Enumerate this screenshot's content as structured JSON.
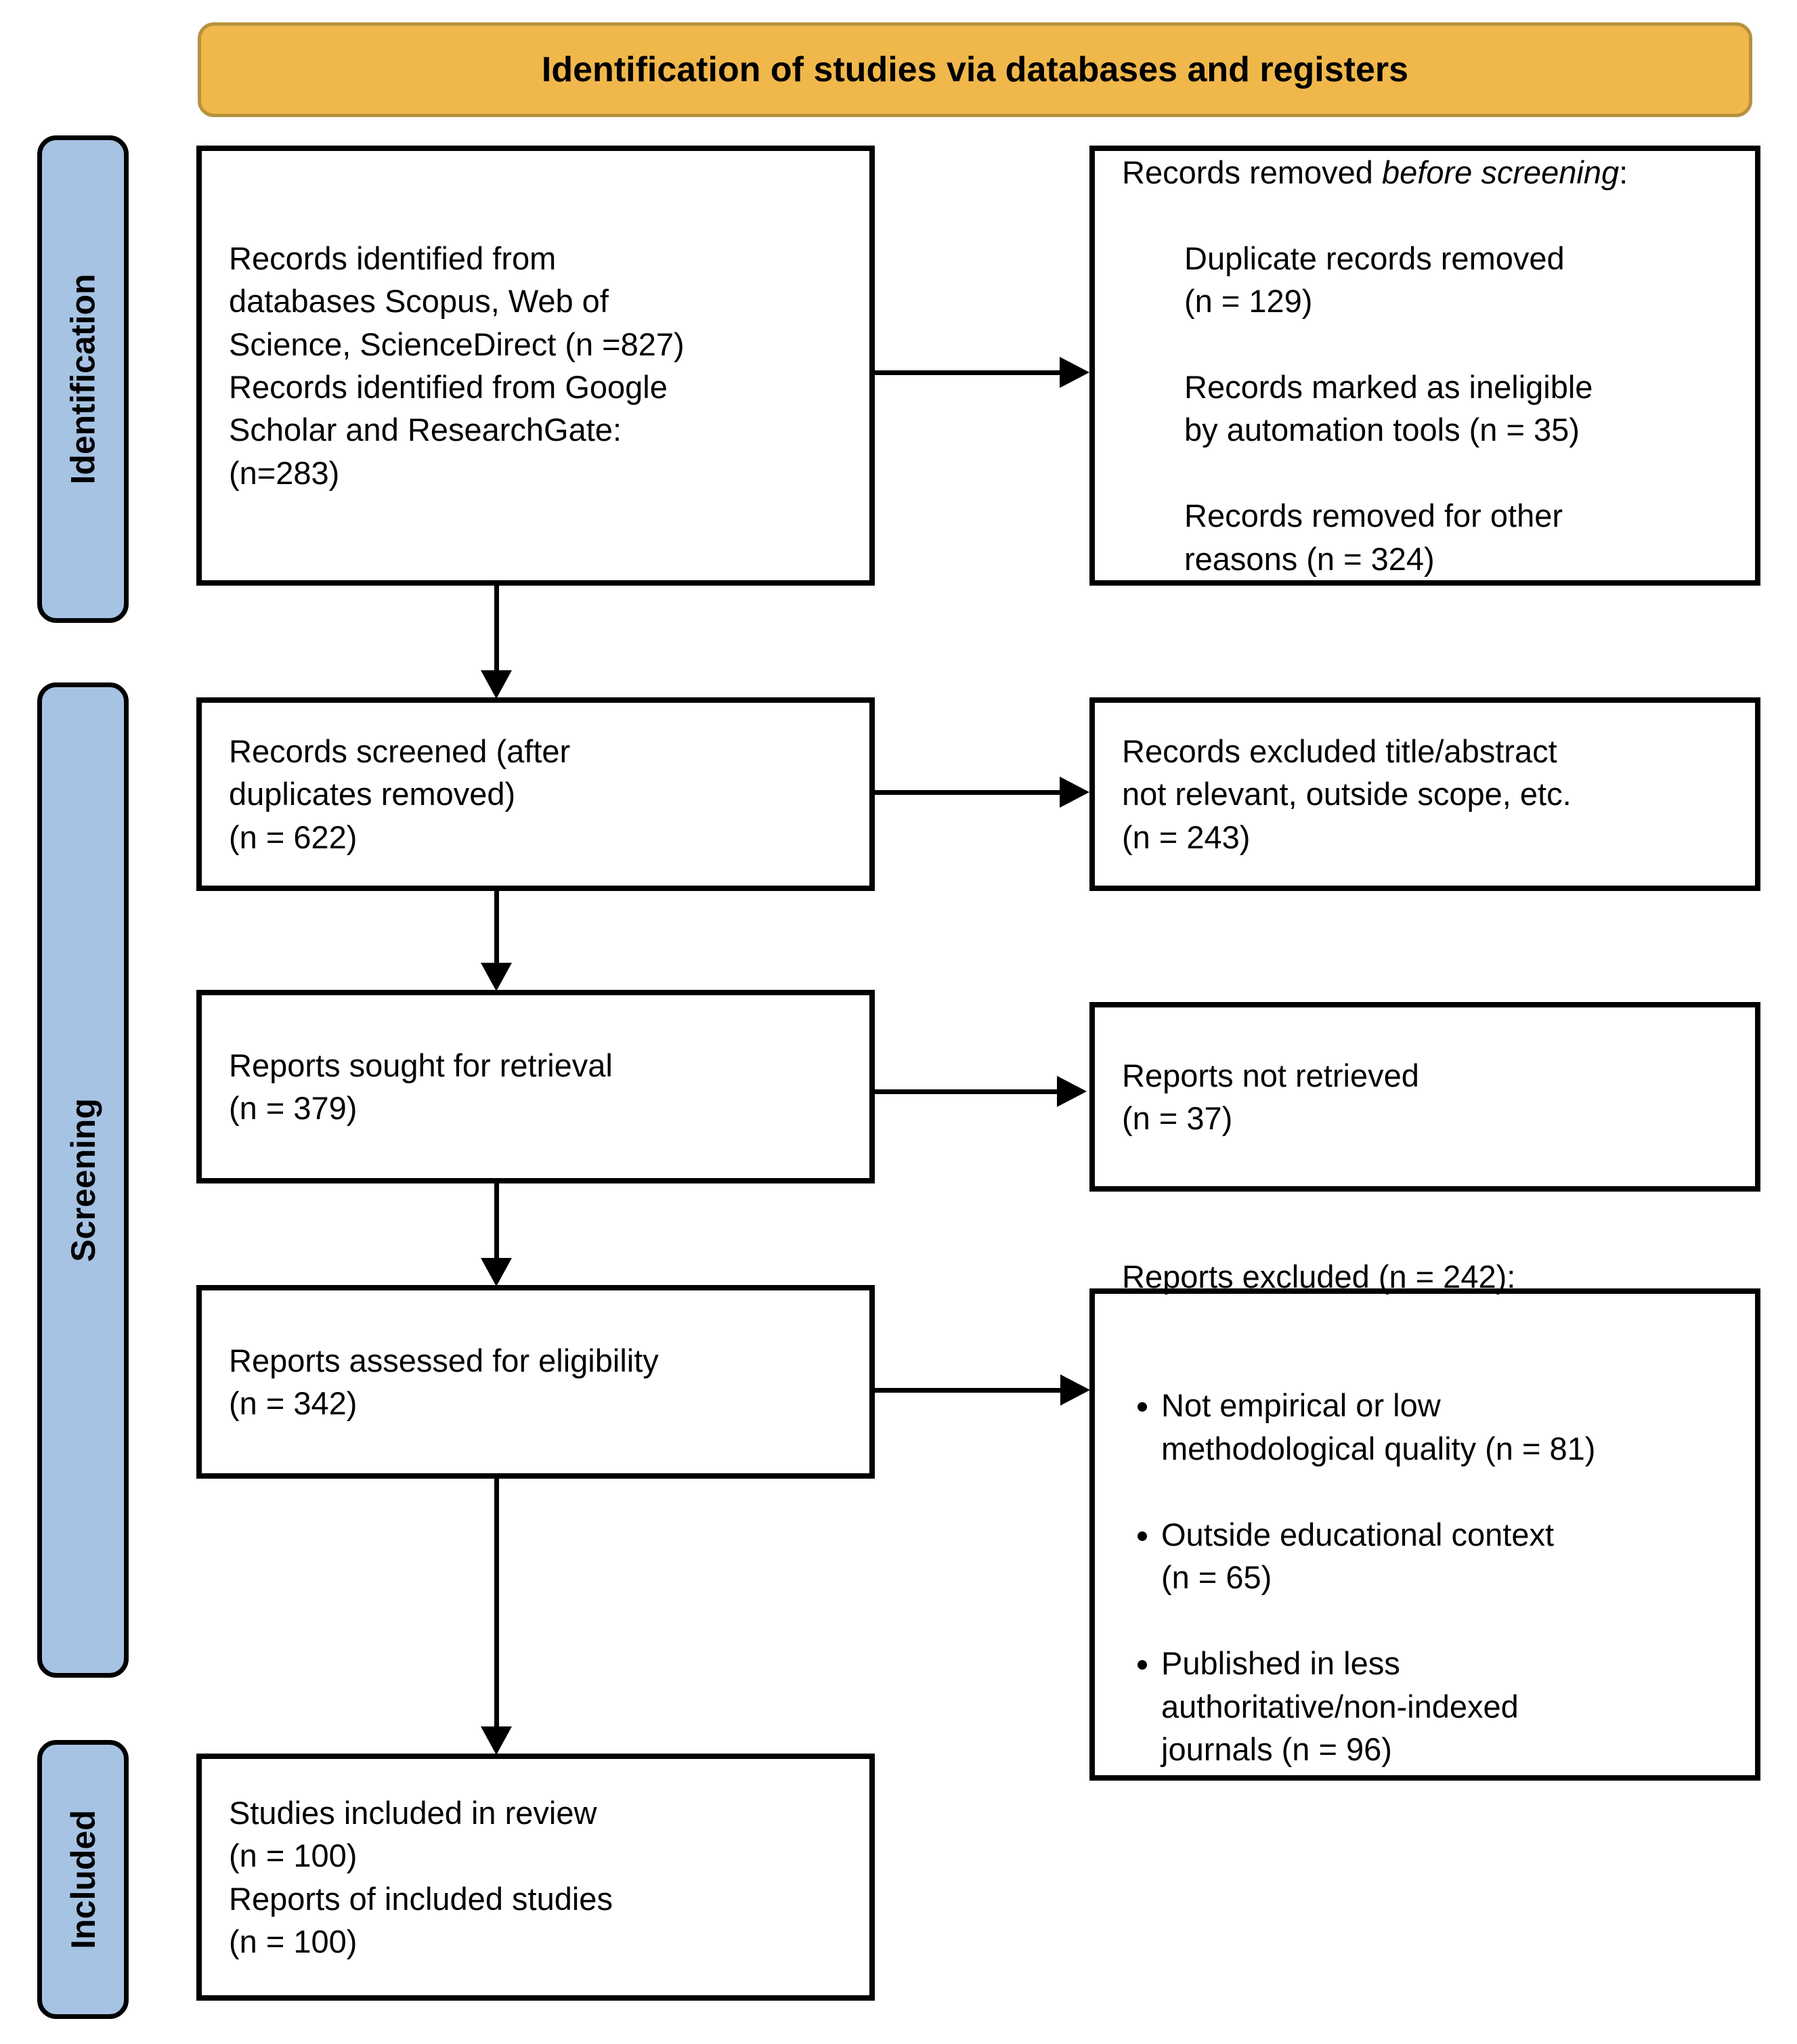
{
  "header": {
    "title": "Identification of studies via databases and registers"
  },
  "stages": [
    {
      "label": "Identification"
    },
    {
      "label": "Screening"
    },
    {
      "label": "Included"
    }
  ],
  "flow": {
    "identified": {
      "text": "Records identified from\ndatabases Scopus, Web of\nScience, ScienceDirect (n =827)\nRecords identified from Google\nScholar and ResearchGate:\n(n=283)"
    },
    "removed": {
      "lead": "Records removed ",
      "lead_italic": "before screening",
      "lead_suffix": ":",
      "items": [
        "Duplicate records removed\n(n = 129)",
        "Records marked as ineligible\nby automation tools (n = 35)",
        "Records removed for other\nreasons (n = 324)"
      ]
    },
    "screened": {
      "text": "Records screened (after\nduplicates removed)\n(n = 622)"
    },
    "excluded_records": {
      "text": "Records excluded title/abstract\nnot relevant, outside scope, etc.\n(n = 243)"
    },
    "sought": {
      "text": "Reports sought for retrieval\n(n = 379)"
    },
    "not_retrieved": {
      "text": "Reports not retrieved\n(n = 37)"
    },
    "assessed": {
      "text": "Reports assessed for eligibility\n(n = 342)"
    },
    "excluded_reports": {
      "title": "Reports excluded (n = 242):",
      "bullets": [
        "Not empirical or low\nmethodological quality (n = 81)",
        "Outside educational context\n(n = 65)",
        "Published in less\nauthoritative/non-indexed\njournals (n = 96)"
      ]
    },
    "included": {
      "text": "Studies included in review\n(n = 100)\nReports of included studies\n(n = 100)"
    }
  },
  "colors": {
    "header_bg": "#F0B74B",
    "header_border": "#B6923E",
    "stage_bg": "#A6C3E4",
    "line_color": "#000000",
    "box_bg": "#FFFFFF"
  }
}
